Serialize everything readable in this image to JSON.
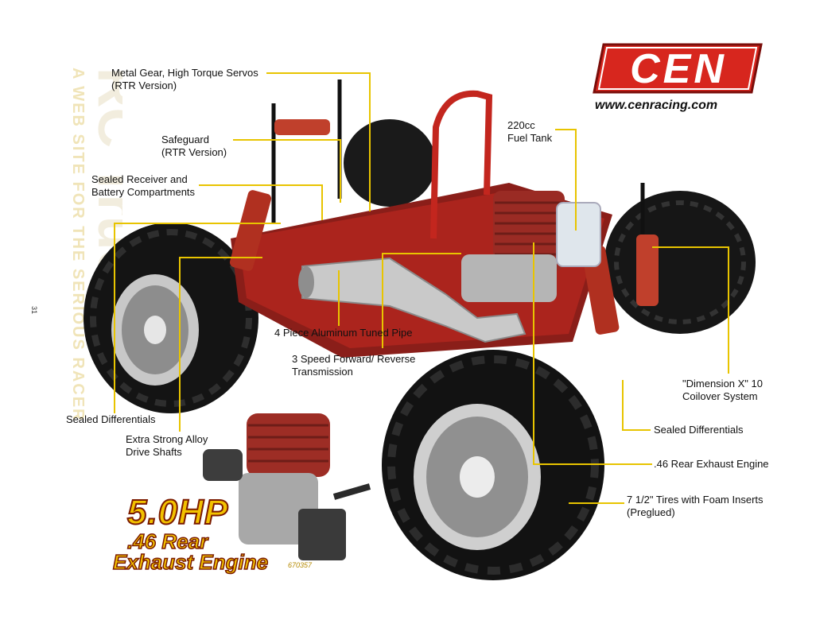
{
  "brand": {
    "logo_text": "CEN",
    "url": "www.cenracing.com",
    "logo_color": "#d7261e"
  },
  "watermark": {
    "text": "A WEB SITE FOR THE SERIOUS RACER",
    "brand_text": "RC Truck"
  },
  "page_number": "31",
  "callouts": {
    "servos": {
      "line1": "Metal Gear, High Torque Servos",
      "line2": "(RTR Version)"
    },
    "safeguard": {
      "line1": "Safeguard",
      "line2": "(RTR Version)"
    },
    "receiver": {
      "line1": "Sealed Receiver and",
      "line2": "Battery Compartments"
    },
    "fuel_tank": {
      "line1": "220cc",
      "line2": "Fuel Tank"
    },
    "tuned_pipe": {
      "line1": "4 Piece Aluminum Tuned Pipe"
    },
    "transmission": {
      "line1": "3 Speed Forward/ Reverse",
      "line2": "Transmission"
    },
    "coilover": {
      "line1": "\"Dimension X\" 10",
      "line2": "Coilover System"
    },
    "diff_left": {
      "line1": "Sealed Differentials"
    },
    "drive_shafts": {
      "line1": "Extra Strong Alloy",
      "line2": "Drive Shafts"
    },
    "diff_right": {
      "line1": "Sealed Differentials"
    },
    "engine": {
      "line1": ".46 Rear Exhaust Engine"
    },
    "tires": {
      "line1": "7 1/2\" Tires with Foam Inserts",
      "line2": "(Preglued)"
    }
  },
  "promo": {
    "hp": "5.0HP",
    "engine_line1": ".46 Rear",
    "engine_line2": "Exhaust Engine",
    "part_number": "670357"
  },
  "colors": {
    "leader_line": "#e8c400",
    "chassis_red": "#b3261e",
    "promo_gold": "#f2c200"
  }
}
